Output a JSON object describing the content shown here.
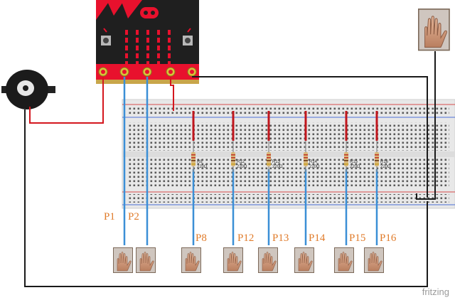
{
  "labels": {
    "p1": "P1",
    "p2": "P2",
    "p8": "P8",
    "p12": "P12",
    "p13": "P13",
    "p14": "P14",
    "p15": "P15",
    "p16": "P16"
  },
  "resistors": [
    {
      "name": "R8",
      "value": "220Ω"
    },
    {
      "name": "R12",
      "value": "220Ω"
    },
    {
      "name": "R13",
      "value": "220Ω"
    },
    {
      "name": "R14",
      "value": "220Ω"
    },
    {
      "name": "R15",
      "value": "220Ω"
    },
    {
      "name": "R16",
      "value": "220Ω"
    }
  ],
  "watermark": "fritzing",
  "colors": {
    "microbit": "#e8112d",
    "wire_blue": "#3b8fd6",
    "wire_red": "#d4171e",
    "wire_black": "#1a1a1a",
    "label_orange": "#e07b2a",
    "breadboard": "#e8e8e8"
  },
  "icons": {
    "microbit": "microbit-board-icon",
    "buzzer": "buzzer-icon",
    "hand": "hand-touch-icon"
  }
}
